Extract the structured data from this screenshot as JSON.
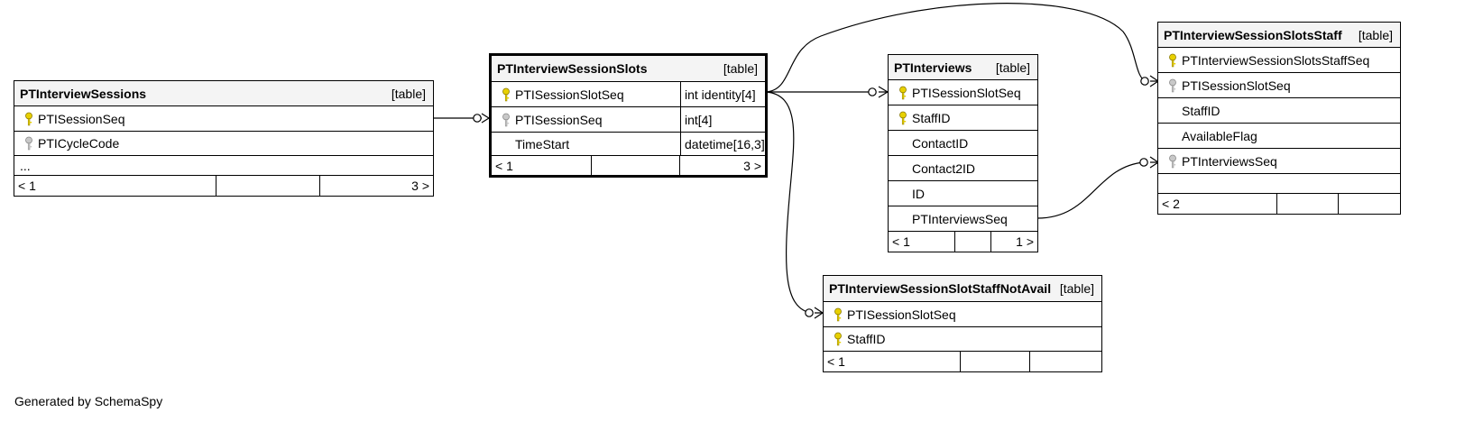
{
  "tables": {
    "sessions": {
      "name": "PTInterviewSessions",
      "tag": "[table]",
      "rows": [
        {
          "label": "PTISessionSeq",
          "icon": "primary-key-icon"
        },
        {
          "label": "PTICycleCode",
          "icon": "foreign-key-icon"
        },
        {
          "label": "..."
        }
      ],
      "footer": {
        "left": "< 1",
        "right": "3 >"
      }
    },
    "slots": {
      "name": "PTInterviewSessionSlots",
      "tag": "[table]",
      "rows": [
        {
          "label": "PTISessionSlotSeq",
          "type": "int identity[4]",
          "icon": "primary-key-icon"
        },
        {
          "label": "PTISessionSeq",
          "type": "int[4]",
          "icon": "foreign-key-icon"
        },
        {
          "label": "TimeStart",
          "type": "datetime[16,3]"
        }
      ],
      "footer": {
        "left": "< 1",
        "right": "3 >"
      }
    },
    "interviews": {
      "name": "PTInterviews",
      "tag": "[table]",
      "rows": [
        {
          "label": "PTISessionSlotSeq",
          "icon": "primary-key-icon"
        },
        {
          "label": "StaffID",
          "icon": "primary-key-icon"
        },
        {
          "label": "ContactID"
        },
        {
          "label": "Contact2ID"
        },
        {
          "label": "ID"
        },
        {
          "label": "PTInterviewsSeq"
        }
      ],
      "footer": {
        "left": "< 1",
        "right": "1 >"
      }
    },
    "slots_staff": {
      "name": "PTInterviewSessionSlotsStaff",
      "tag": "[table]",
      "rows": [
        {
          "label": "PTInterviewSessionSlotsStaffSeq",
          "icon": "primary-key-icon"
        },
        {
          "label": "PTISessionSlotSeq",
          "icon": "foreign-key-icon"
        },
        {
          "label": "StaffID"
        },
        {
          "label": "AvailableFlag"
        },
        {
          "label": "PTInterviewsSeq",
          "icon": "foreign-key-icon"
        },
        {
          "label": ""
        }
      ],
      "footer": {
        "left": "< 2",
        "right": ""
      }
    },
    "not_avail": {
      "name": "PTInterviewSessionSlotStaffNotAvail",
      "tag": "[table]",
      "rows": [
        {
          "label": "PTISessionSlotSeq",
          "icon": "primary-key-icon"
        },
        {
          "label": "StaffID",
          "icon": "primary-key-icon"
        }
      ],
      "footer": {
        "left": "< 1",
        "right": ""
      }
    }
  },
  "colors": {
    "primary_key": "#e8d000",
    "foreign_key": "#b0b0b0",
    "header_bg": "#f4f4f4"
  },
  "footer_note": "Generated by SchemaSpy"
}
